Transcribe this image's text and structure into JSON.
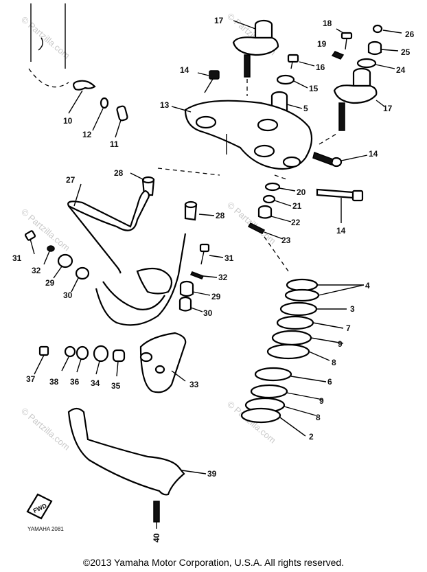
{
  "watermarks": [
    "© Partzilla.com",
    "© Partzilla.com",
    "© Partzilla.com",
    "© Partzilla.com",
    "© Partzilla.com",
    "© Partzilla.com"
  ],
  "labels": {
    "l2": "2",
    "l3": "3",
    "l4": "4",
    "l5": "5",
    "l6": "6",
    "l7": "7",
    "l8a": "8",
    "l8b": "8",
    "l9a": "9",
    "l9b": "9",
    "l10": "10",
    "l11": "11",
    "l12": "12",
    "l13": "13",
    "l14a": "14",
    "l14b": "14",
    "l14c": "14",
    "l15": "15",
    "l16": "16",
    "l17a": "17",
    "l17b": "17",
    "l18": "18",
    "l19": "19",
    "l20": "20",
    "l21": "21",
    "l22": "22",
    "l23": "23",
    "l24": "24",
    "l25": "25",
    "l26": "26",
    "l27": "27",
    "l28a": "28",
    "l28b": "28",
    "l29a": "29",
    "l29b": "29",
    "l30a": "30",
    "l30b": "30",
    "l31a": "31",
    "l31b": "31",
    "l32a": "32",
    "l32b": "32",
    "l33": "33",
    "l34": "34",
    "l35": "35",
    "l36": "36",
    "l37": "37",
    "l38": "38",
    "l39": "39",
    "l40": "40"
  },
  "fwd_mark": "FWD",
  "drawing_code": "YAMAHA 2081",
  "copyright": "©2013  Yamaha Motor Corporation, U.S.A. All rights reserved."
}
